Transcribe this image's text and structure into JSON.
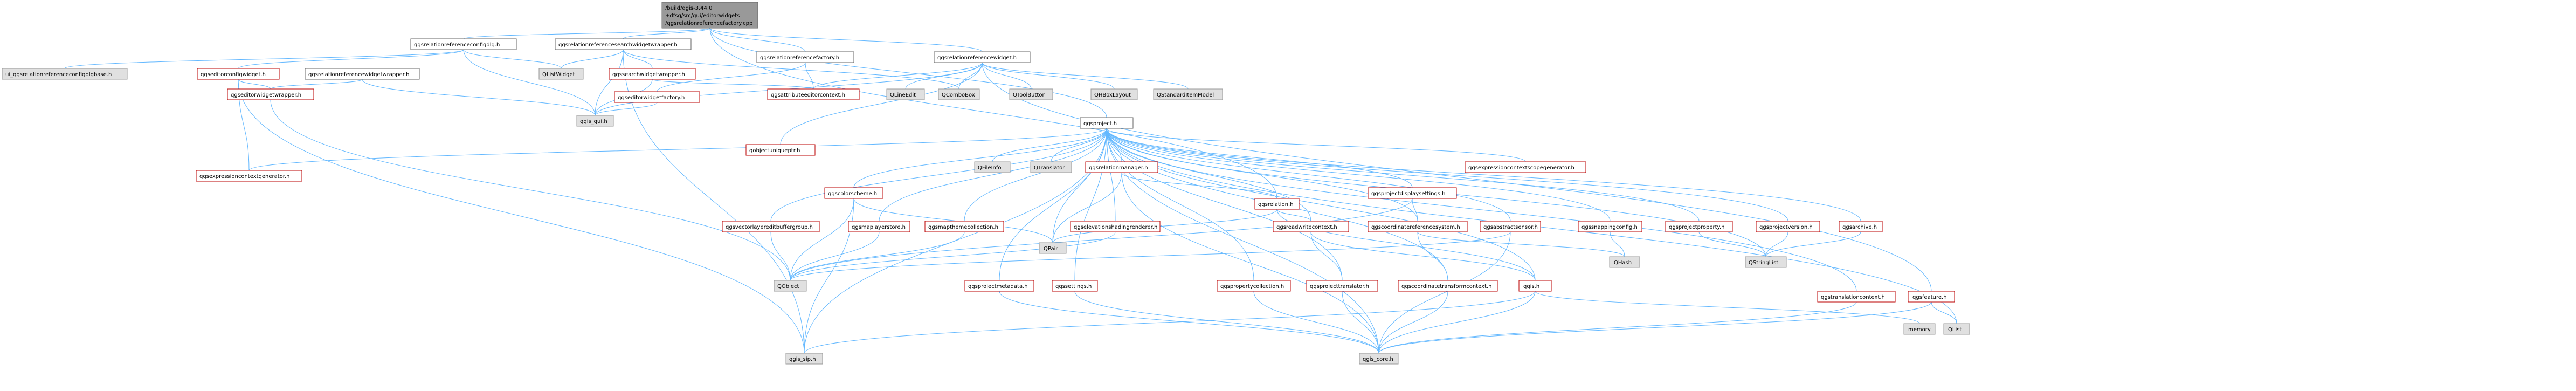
{
  "graph": {
    "root": {
      "line1": "/build/qgis-3.44.0",
      "line2": "+dfsg/src/gui/editorwidgets",
      "line3": "/qgsrelationreferencefactory.cpp"
    },
    "nodes": [
      {
        "id": "n_cfgdlg",
        "label": "qgsrelationreferenceconfigdlg.h",
        "kind": "plain"
      },
      {
        "id": "n_search",
        "label": "qgsrelationreferencesearchwidgetwrapper.h",
        "kind": "plain"
      },
      {
        "id": "n_factory",
        "label": "qgsrelationreferencefactory.h",
        "kind": "plain"
      },
      {
        "id": "n_widget",
        "label": "qgsrelationreferencewidget.h",
        "kind": "plain"
      },
      {
        "id": "n_uicfg",
        "label": "ui_qgsrelationreferenceconfigdlgbase.h",
        "kind": "gray"
      },
      {
        "id": "n_edcfg",
        "label": "qgseditorconfigwidget.h",
        "kind": "red"
      },
      {
        "id": "n_wwrap",
        "label": "qgsrelationreferencewidgetwrapper.h",
        "kind": "plain"
      },
      {
        "id": "n_qlist",
        "label": "QListWidget",
        "kind": "gray"
      },
      {
        "id": "n_swrap",
        "label": "qgssearchwidgetwrapper.h",
        "kind": "red"
      },
      {
        "id": "n_edfact",
        "label": "qgseditorwidgetfactory.h",
        "kind": "red"
      },
      {
        "id": "n_attrctx",
        "label": "qgsattributeeditorcontext.h",
        "kind": "red"
      },
      {
        "id": "n_qline",
        "label": "QLineEdit",
        "kind": "gray"
      },
      {
        "id": "n_qcombo",
        "label": "QComboBox",
        "kind": "gray"
      },
      {
        "id": "n_qtool",
        "label": "QToolButton",
        "kind": "gray"
      },
      {
        "id": "n_qhbox",
        "label": "QHBoxLayout",
        "kind": "gray"
      },
      {
        "id": "n_qstd",
        "label": "QStandardItemModel",
        "kind": "gray"
      },
      {
        "id": "n_edwrap",
        "label": "qgseditorwidgetwrapper.h",
        "kind": "red"
      },
      {
        "id": "n_gui",
        "label": "qgis_gui.h",
        "kind": "gray"
      },
      {
        "id": "n_pjunit",
        "label": "qobjectuniqueptr.h",
        "kind": "red"
      },
      {
        "id": "n_project",
        "label": "qgsproject.h",
        "kind": "plain"
      },
      {
        "id": "n_exprgen",
        "label": "qgsexpressioncontextgenerator.h",
        "kind": "red"
      },
      {
        "id": "n_qfile",
        "label": "QFileInfo",
        "kind": "gray"
      },
      {
        "id": "n_qtrans",
        "label": "QTranslator",
        "kind": "gray"
      },
      {
        "id": "n_relmgr",
        "label": "qgsrelationmanager.h",
        "kind": "red"
      },
      {
        "id": "n_colsch",
        "label": "qgscolorscheme.h",
        "kind": "red"
      },
      {
        "id": "n_vedbuf",
        "label": "qgsvectorlayereditbuffergroup.h",
        "kind": "red"
      },
      {
        "id": "n_maplay",
        "label": "qgsmaplayerstore.h",
        "kind": "red"
      },
      {
        "id": "n_mapthm",
        "label": "qgsmapthemecollection.h",
        "kind": "red"
      },
      {
        "id": "n_relation",
        "label": "qgsrelation.h",
        "kind": "red"
      },
      {
        "id": "n_elev",
        "label": "qgselevationshadingrenderer.h",
        "kind": "red"
      },
      {
        "id": "n_exprsg",
        "label": "qgsexpressioncontextscopegenerator.h",
        "kind": "red"
      },
      {
        "id": "n_pdisp",
        "label": "qgsprojectdisplaysettings.h",
        "kind": "red"
      },
      {
        "id": "n_rwctx",
        "label": "qgsreadwritecontext.h",
        "kind": "red"
      },
      {
        "id": "n_crs",
        "label": "qgscoordinatereferencesystem.h",
        "kind": "red"
      },
      {
        "id": "n_abssens",
        "label": "qgsabstractsensor.h",
        "kind": "red"
      },
      {
        "id": "n_snap",
        "label": "qgssnappingconfig.h",
        "kind": "red"
      },
      {
        "id": "n_pprop",
        "label": "qgsprojectproperty.h",
        "kind": "red"
      },
      {
        "id": "n_pver",
        "label": "qgsprojectversion.h",
        "kind": "red"
      },
      {
        "id": "n_archive",
        "label": "qgsarchive.h",
        "kind": "red"
      },
      {
        "id": "n_qpair",
        "label": "QPair",
        "kind": "gray"
      },
      {
        "id": "n_qobject",
        "label": "QObject",
        "kind": "gray"
      },
      {
        "id": "n_pmeta",
        "label": "qgsprojectmetadata.h",
        "kind": "red"
      },
      {
        "id": "n_settings",
        "label": "qgssettings.h",
        "kind": "red"
      },
      {
        "id": "n_propcol",
        "label": "qgspropertycollection.h",
        "kind": "red"
      },
      {
        "id": "n_ptrans",
        "label": "qgsprojecttranslator.h",
        "kind": "red"
      },
      {
        "id": "n_ctctx",
        "label": "qgscoordinatetransformcontext.h",
        "kind": "red"
      },
      {
        "id": "n_qgsh",
        "label": "qgis.h",
        "kind": "red"
      },
      {
        "id": "n_qhash",
        "label": "QHash",
        "kind": "gray"
      },
      {
        "id": "n_qstrl",
        "label": "QStringList",
        "kind": "gray"
      },
      {
        "id": "n_transctx",
        "label": "qgstranslationcontext.h",
        "kind": "red"
      },
      {
        "id": "n_feature",
        "label": "qgsfeature.h",
        "kind": "red"
      },
      {
        "id": "n_qlistT",
        "label": "QList",
        "kind": "gray"
      },
      {
        "id": "n_sip",
        "label": "qgis_sip.h",
        "kind": "gray"
      },
      {
        "id": "n_core",
        "label": "qgis_core.h",
        "kind": "gray"
      },
      {
        "id": "n_memory",
        "label": "memory",
        "kind": "gray"
      }
    ]
  }
}
